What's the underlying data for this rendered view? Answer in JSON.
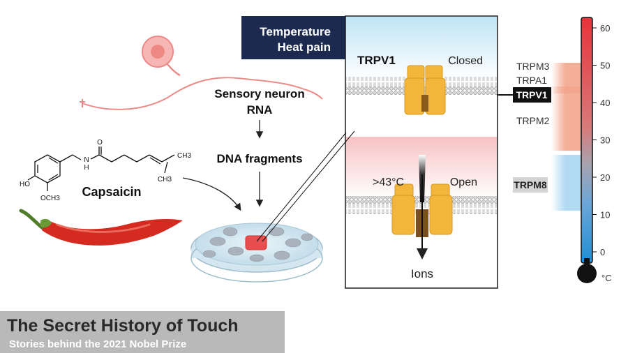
{
  "header": {
    "line1": "Temperature",
    "line2": "Heat pain"
  },
  "channel": {
    "name": "TRPV1",
    "closed": "Closed",
    "open": "Open",
    "threshold": ">43°C",
    "ions": "Ions"
  },
  "workflow": {
    "step1_line1": "Sensory neuron",
    "step1_line2": "RNA",
    "step2": "DNA fragments"
  },
  "molecule": {
    "name": "Capsaicin",
    "atoms": {
      "ho": "HO",
      "och3": "OCH3",
      "nh": "N",
      "h": "H",
      "o": "O",
      "ch3_top": "CH3",
      "ch3_bottom": "CH3"
    }
  },
  "thermometer": {
    "ticks": [
      "60",
      "50",
      "40",
      "30",
      "20",
      "10",
      "0"
    ],
    "unit": "°C",
    "range": [
      0,
      60
    ]
  },
  "receptors": {
    "trpm3": "TRPM3",
    "trpa1": "TRPA1",
    "trpv1": "TRPV1",
    "trpm2": "TRPM2",
    "trpm8": "TRPM8"
  },
  "banner": {
    "title": "The Secret History of Touch",
    "subtitle": "Stories behind the 2021 Nobel Prize"
  },
  "colors": {
    "navy": "#1b2a4e",
    "channel_orange": "#f3b53b",
    "hot_red": "#e8403c",
    "cold_blue": "#2e9ad8",
    "banner_gray": "#b9b9b9"
  }
}
